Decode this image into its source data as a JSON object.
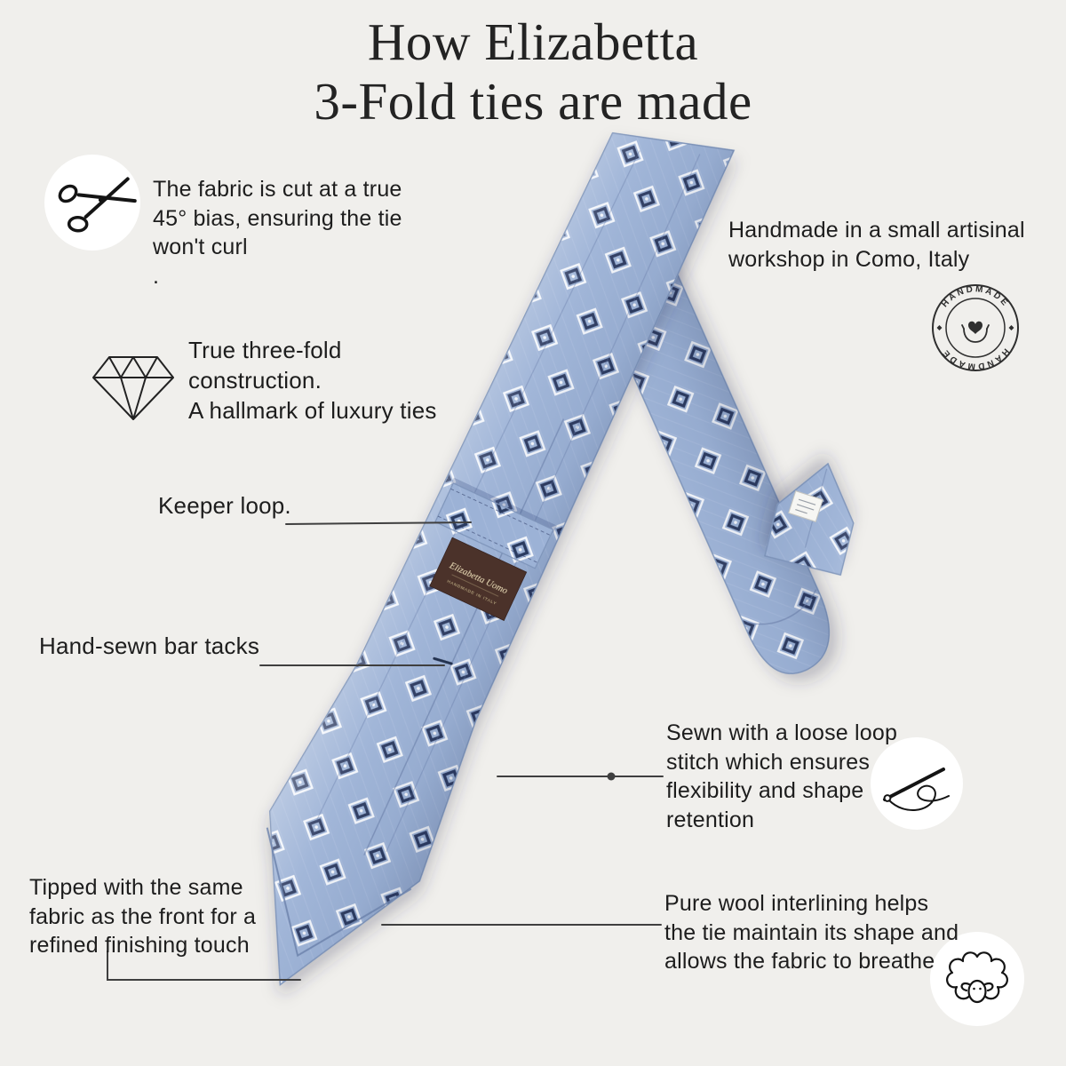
{
  "title": "How Elizabetta\n3-Fold ties are made",
  "annotations": {
    "bias_cut": "The fabric is cut at a true\n45° bias, ensuring the tie\nwon't curl\n.",
    "three_fold": "True three-fold\nconstruction.\nA hallmark of luxury ties",
    "keeper_loop": "Keeper loop.",
    "bar_tacks": "Hand-sewn bar tacks",
    "handmade_workshop": "Handmade in a small artisinal\nworkshop in Como, Italy",
    "loop_stitch": "Sewn with a loose loop\nstitch which ensures\nflexibility and shape\nretention",
    "tipped": "Tipped with the same\nfabric as the front for a\nrefined finishing touch",
    "wool_interlining": "Pure wool interlining helps\nthe tie maintain its shape and\nallows the fabric to breathe"
  },
  "badge": {
    "arc_top": "HANDMADE",
    "arc_bottom": "HANDMADE"
  },
  "tie_label": {
    "brand": "Elizabetta Uomo",
    "tagline": "HANDMADE IN ITALY"
  },
  "icons": [
    "scissors-icon",
    "diamond-icon",
    "handmade-badge",
    "needle-thread-icon",
    "sheep-icon"
  ],
  "colors": {
    "background": "#f0efec",
    "tie_base": "#9cb2d6",
    "tie_edge": "#7e94ba",
    "motif_dark": "#2c3a60",
    "motif_light": "#f3f6fb",
    "label_brown": "#4b3329",
    "text": "#1d1d1d",
    "connector_line": "#3f3f3f"
  }
}
